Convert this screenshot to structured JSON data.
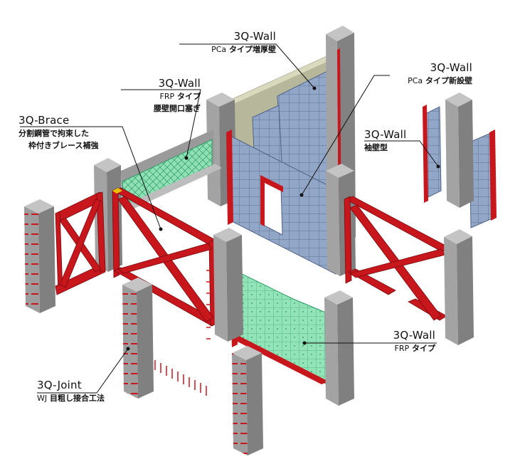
{
  "labels": {
    "wall_thick": {
      "title": "3Q-Wall",
      "sub_prefix": "PCa",
      "sub": "タイプ増厚壁"
    },
    "wall_frp_waist": {
      "title": "3Q-Wall",
      "sub_prefix": "FRP",
      "sub": "タイプ",
      "sub2": "腰壁開口塞ぎ"
    },
    "brace": {
      "title": "3Q-Brace",
      "sub": "分割鋼管で拘束した",
      "sub2": "枠付きブレース補強"
    },
    "wall_new": {
      "title": "3Q-Wall",
      "sub_prefix": "PCa",
      "sub": "タイプ新設壁"
    },
    "wall_wing": {
      "title": "3Q-Wall",
      "sub": "袖壁型"
    },
    "wall_frp": {
      "title": "3Q-Wall",
      "sub_prefix": "FRP",
      "sub": "タイプ"
    },
    "joint": {
      "title": "3Q-Joint",
      "sub_prefix": "WJ",
      "sub": "目粗し接合工法"
    }
  },
  "colors": {
    "steel": "#c8161d",
    "steel_dark": "#8e0f13",
    "concrete": "#a9a9a9",
    "concrete_dark": "#7d7d7d",
    "concrete_light": "#c9c9c9",
    "pca_panel": "#8fa3c4",
    "frp_panel": "#8fe0b4",
    "old_wall": "#b8b89a",
    "rebar_red": "#c8161d"
  }
}
